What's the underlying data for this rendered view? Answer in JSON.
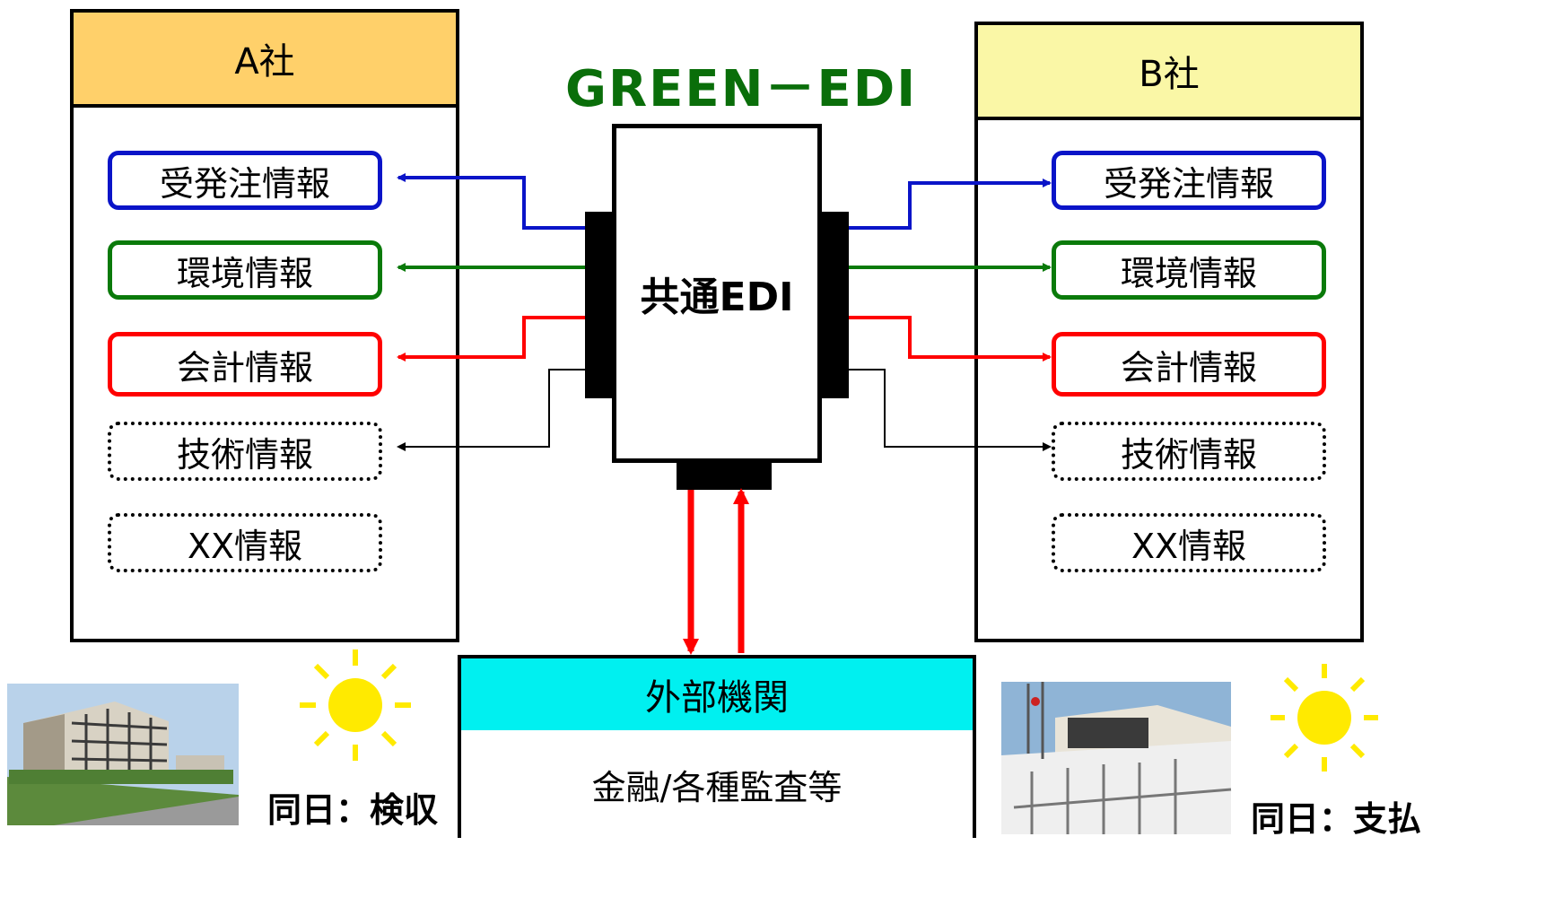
{
  "title": "GREEN－EDI",
  "hub_label": "共通EDI",
  "company_a": {
    "name": "A社",
    "header_color": "#ffd06a",
    "items": [
      "受発注情報",
      "環境情報",
      "会計情報",
      "技術情報",
      "XX情報"
    ]
  },
  "company_b": {
    "name": "B社",
    "header_color": "#faf7a6",
    "items": [
      "受発注情報",
      "環境情報",
      "会計情報",
      "技術情報",
      "XX情報"
    ]
  },
  "external": {
    "name": "外部機関",
    "description": "金融/各種監査等",
    "header_color": "#00f0f0"
  },
  "captions": {
    "left": "同日：検収",
    "right": "同日：支払"
  },
  "colors": {
    "orders": "#0a14c8",
    "environment": "#0a7a0a",
    "accounting": "#ff0000",
    "technical": "#000000",
    "title": "#0a6e0a",
    "sun": "#ffea00"
  },
  "icons": {
    "sun": "sun-icon",
    "building_a": "building-photo",
    "building_b": "building-photo"
  }
}
